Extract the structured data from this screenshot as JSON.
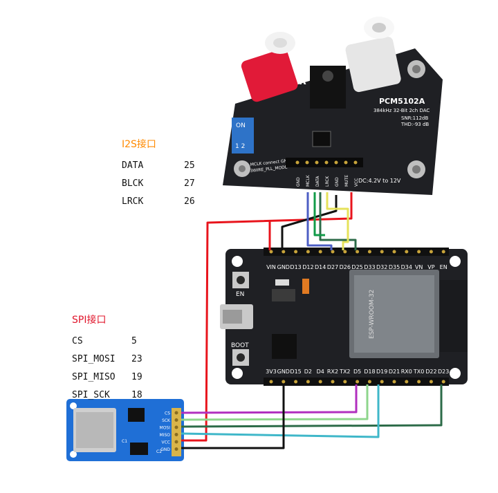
{
  "i2s": {
    "title": "I2S接口",
    "rows": [
      {
        "signal": "DATA",
        "pin": "25"
      },
      {
        "signal": "BLCK",
        "pin": "27"
      },
      {
        "signal": "LRCK",
        "pin": "26"
      }
    ]
  },
  "spi": {
    "title": "SPI接口",
    "rows": [
      {
        "signal": "CS",
        "pin": "5"
      },
      {
        "signal": "SPI_MOSI",
        "pin": "23"
      },
      {
        "signal": "SPI_MISO",
        "pin": "19"
      },
      {
        "signal": "SPI_SCK",
        "pin": "18"
      }
    ]
  },
  "dac": {
    "model": "PCM5102A",
    "spec": "384kHz 32-Bit 2ch DAC",
    "snr": "SNR:112dB",
    "thd": "THD:-93 dB",
    "power": "DC:4.2V to 12V",
    "note1": "MCLK connect GN",
    "note2": "3WIRE_PLL_MODE",
    "switch_label": "ON",
    "switch_nums": "1  2",
    "r_label": "R",
    "pins": [
      "GND",
      "MCLK",
      "DATA",
      "LRCK",
      "GND",
      "MUTE",
      "VCC"
    ]
  },
  "esp32": {
    "top_pins": [
      "VIN",
      "GND",
      "D13",
      "D12",
      "D14",
      "D27",
      "D26",
      "D25",
      "D33",
      "D32",
      "D35",
      "D34",
      "VN",
      "VP",
      "EN"
    ],
    "bottom_pins": [
      "3V3",
      "GND",
      "D15",
      "D2",
      "D4",
      "RX2",
      "TX2",
      "D5",
      "D18",
      "D19",
      "D21",
      "RX0",
      "TX0",
      "D22",
      "D23"
    ],
    "en_label": "EN",
    "boot_label": "BOOT",
    "module_text": "ESP-WROOM-32"
  },
  "sd": {
    "pins": [
      "CS",
      "SCK",
      "MOSI",
      "MISO",
      "VCC",
      "GND"
    ],
    "c1": "C1",
    "c2": "C2"
  },
  "colors": {
    "red": "#e8141c",
    "black": "#111111",
    "blue": "#4c5ec4",
    "yellow": "#e6e25a",
    "green": "#129b48",
    "purple": "#b12fbf",
    "light_green": "#8ed68c",
    "cyan": "#3fb7c9",
    "dark_green": "#2c6b48",
    "board": "#1f2024",
    "sd_board": "#1f6fd6"
  }
}
